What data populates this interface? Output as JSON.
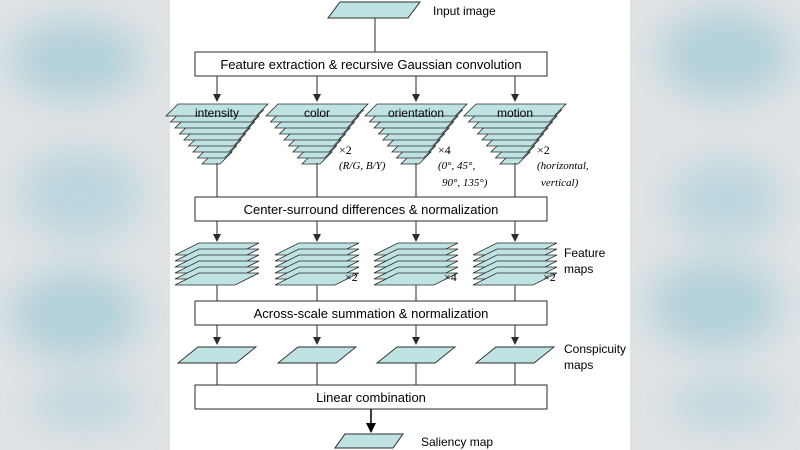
{
  "input_label": "Input image",
  "boxes": {
    "feature_extraction": "Feature extraction & recursive Gaussian convolution",
    "center_surround": "Center-surround differences & normalization",
    "across_scale": "Across-scale summation & normalization",
    "linear": "Linear combination"
  },
  "channels": [
    {
      "name": "intensity",
      "mult": "",
      "note1": "",
      "note2": ""
    },
    {
      "name": "color",
      "mult": "×2",
      "note1": "(R/G, B/Y)",
      "note2": ""
    },
    {
      "name": "orientation",
      "mult": "×4",
      "note1": "(0°, 45°,",
      "note2": "90°, 135°)"
    },
    {
      "name": "motion",
      "mult": "×2",
      "note1": "(horizontal,",
      "note2": "vertical)"
    }
  ],
  "feature_mults": [
    "",
    "×2",
    "×4",
    "×2"
  ],
  "side_labels": {
    "feature_maps_1": "Feature",
    "feature_maps_2": "maps",
    "conspicuity_1": "Conspicuity",
    "conspicuity_2": "maps"
  },
  "output_label": "Saliency map",
  "colors": {
    "fill": "#bfe3e3",
    "stroke": "#2b2b2b",
    "blur": "#8fc3cf"
  }
}
